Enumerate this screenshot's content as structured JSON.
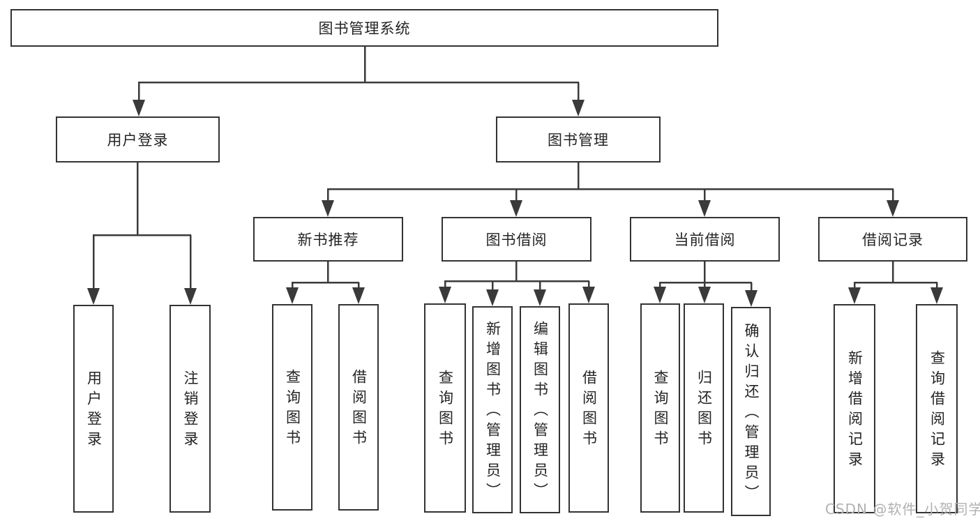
{
  "nodes": {
    "root": {
      "label": "图书管理系统"
    },
    "user_login": {
      "label": "用户登录"
    },
    "book_management": {
      "label": "图书管理"
    },
    "new_book_recommend": {
      "label": "新书推荐"
    },
    "book_borrowing": {
      "label": "图书借阅"
    },
    "current_borrowing": {
      "label": "当前借阅"
    },
    "borrowing_records": {
      "label": "借阅记录"
    },
    "leaf_user_login": {
      "label": "用户登录"
    },
    "leaf_logout": {
      "label": "注销登录"
    },
    "leaf_rec_query_books": {
      "label": "查询图书"
    },
    "leaf_rec_borrow_books": {
      "label": "借阅图书"
    },
    "leaf_bb_query_books": {
      "label": "查询图书"
    },
    "leaf_bb_add_books_admin": {
      "label": "新增图书（管理员）"
    },
    "leaf_bb_edit_books_admin": {
      "label": "编辑图书（管理员）"
    },
    "leaf_bb_borrow_books": {
      "label": "借阅图书"
    },
    "leaf_cb_query_books": {
      "label": "查询图书"
    },
    "leaf_cb_return_books": {
      "label": "归还图书"
    },
    "leaf_cb_confirm_return_admin": {
      "label": "确认归还（管理员）"
    },
    "leaf_br_add_record": {
      "label": "新增借阅记录"
    },
    "leaf_br_query_record": {
      "label": "查询借阅记录"
    }
  },
  "structure": {
    "root": [
      "user_login",
      "book_management"
    ],
    "user_login": [
      "leaf_user_login",
      "leaf_logout"
    ],
    "book_management": [
      "new_book_recommend",
      "book_borrowing",
      "current_borrowing",
      "borrowing_records"
    ],
    "new_book_recommend": [
      "leaf_rec_query_books",
      "leaf_rec_borrow_books"
    ],
    "book_borrowing": [
      "leaf_bb_query_books",
      "leaf_bb_add_books_admin",
      "leaf_bb_edit_books_admin",
      "leaf_bb_borrow_books"
    ],
    "current_borrowing": [
      "leaf_cb_query_books",
      "leaf_cb_return_books",
      "leaf_cb_confirm_return_admin"
    ],
    "borrowing_records": [
      "leaf_br_add_record",
      "leaf_br_query_record"
    ]
  },
  "watermark": {
    "text": "CSDN @软件_小贺同学"
  },
  "colors": {
    "background": "#ffffff",
    "box_border": "#333333",
    "line": "#3a3a3a",
    "text": "#242424",
    "watermark": "#b1b1b1"
  }
}
